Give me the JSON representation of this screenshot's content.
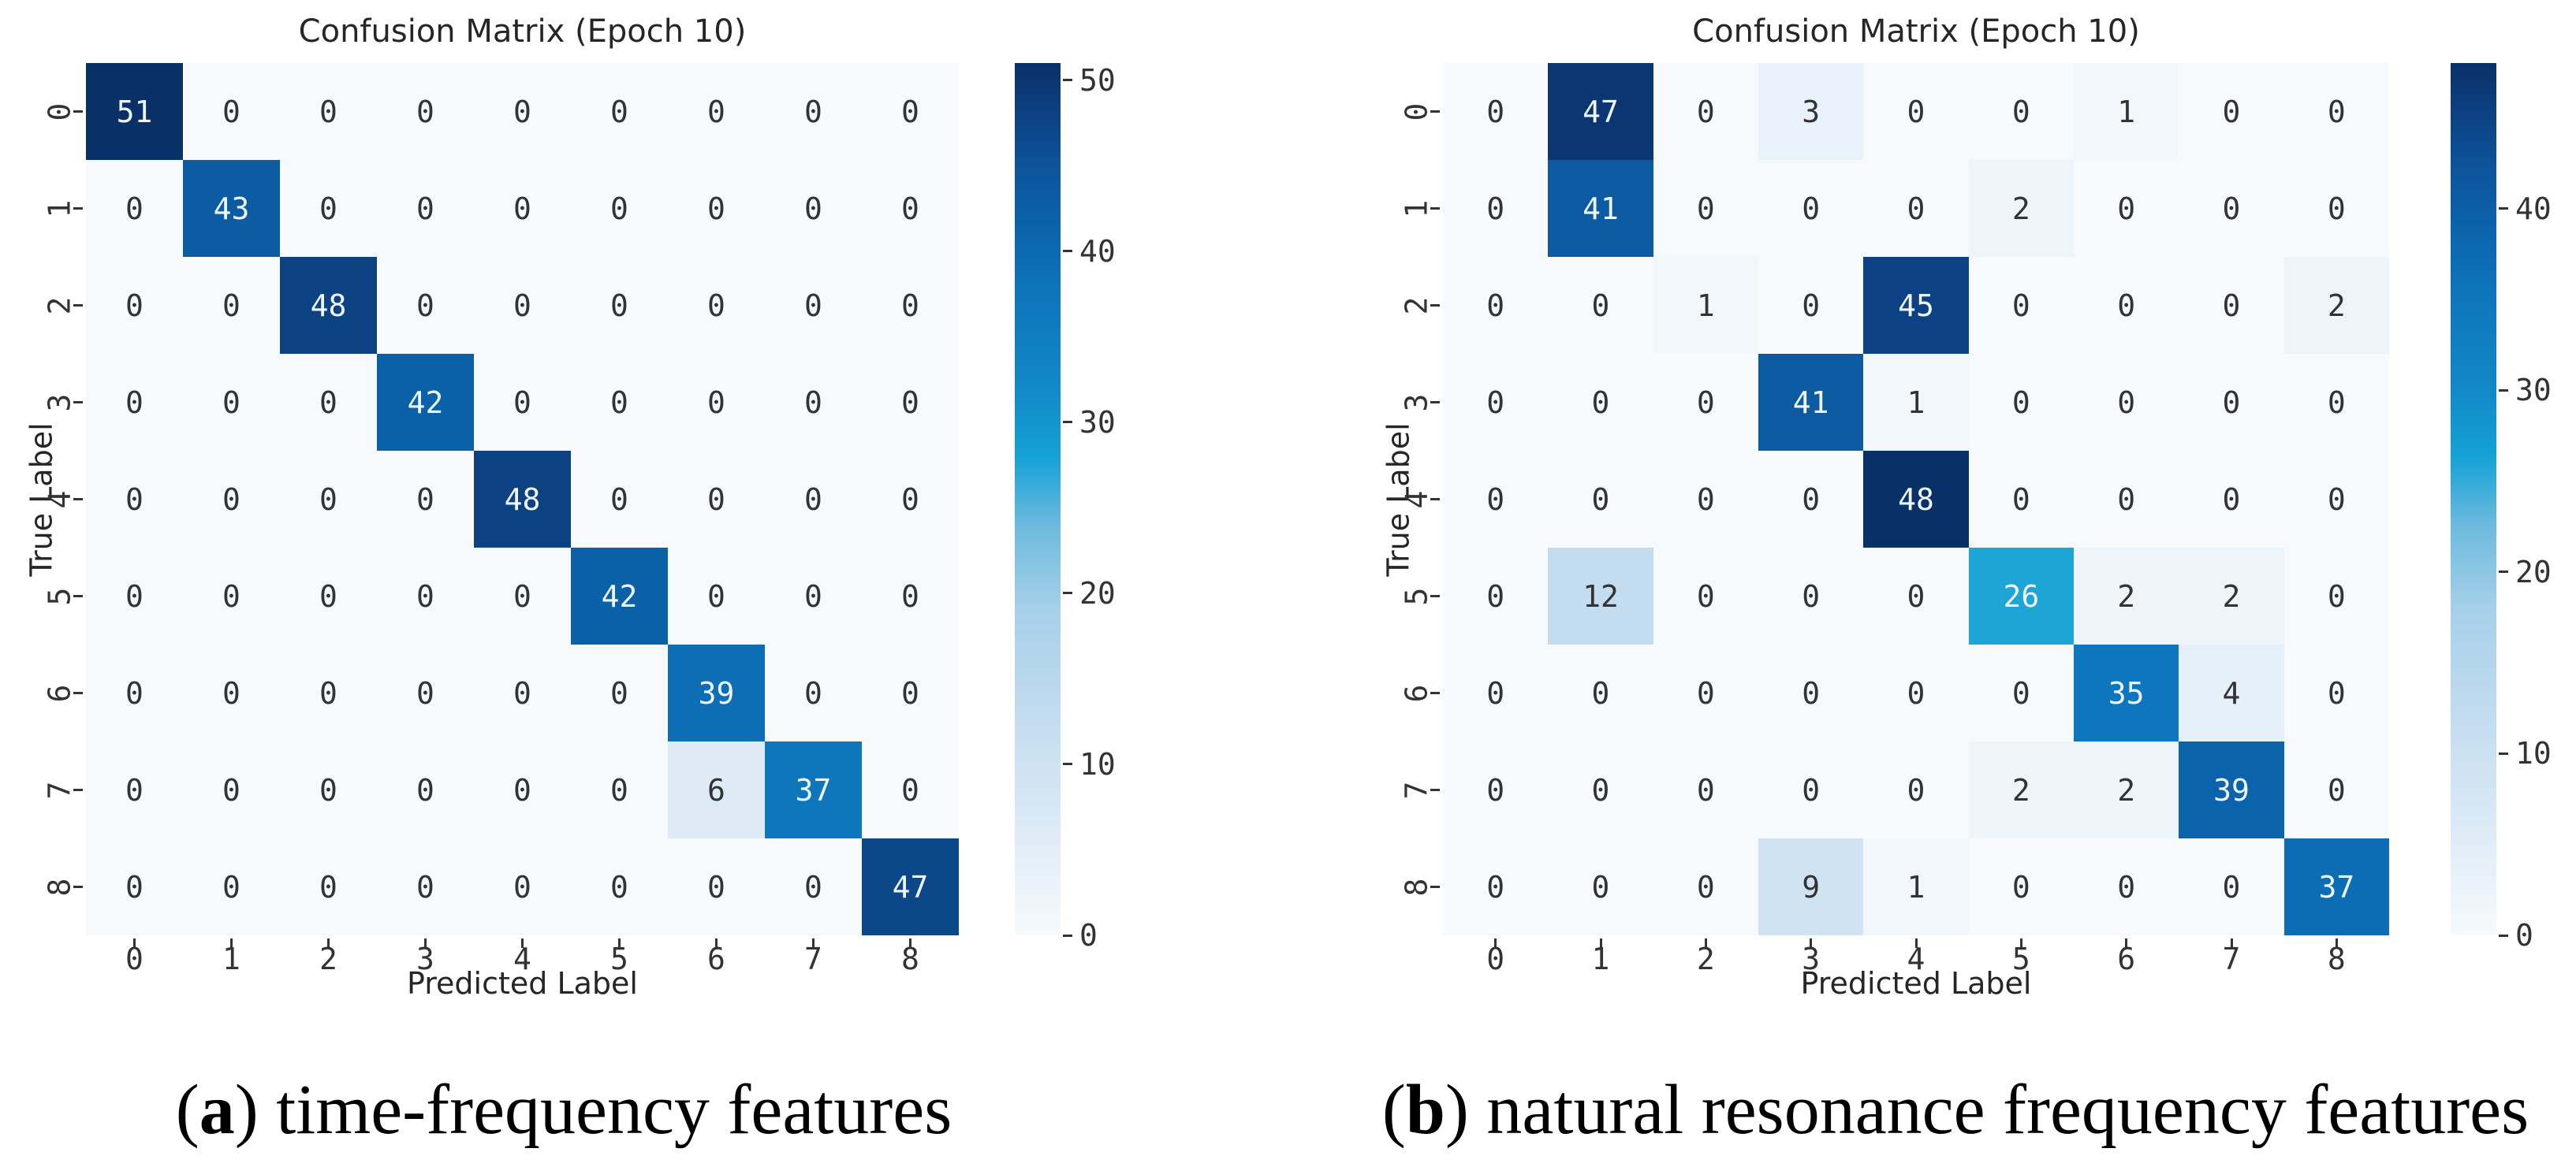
{
  "chart_data": [
    {
      "type": "heatmap",
      "title": "Confusion Matrix (Epoch 10)",
      "xlabel": "Predicted Label",
      "ylabel": "True Label",
      "x_ticks": [
        "0",
        "1",
        "2",
        "3",
        "4",
        "5",
        "6",
        "7",
        "8"
      ],
      "y_ticks": [
        "0",
        "1",
        "2",
        "3",
        "4",
        "5",
        "6",
        "7",
        "8"
      ],
      "vmin": 0,
      "vmax": 51,
      "colorbar_ticks": [
        0,
        10,
        20,
        30,
        40,
        50
      ],
      "legend_position": "right-colorbar",
      "grid": false,
      "matrix": [
        [
          51,
          0,
          0,
          0,
          0,
          0,
          0,
          0,
          0
        ],
        [
          0,
          43,
          0,
          0,
          0,
          0,
          0,
          0,
          0
        ],
        [
          0,
          0,
          48,
          0,
          0,
          0,
          0,
          0,
          0
        ],
        [
          0,
          0,
          0,
          42,
          0,
          0,
          0,
          0,
          0
        ],
        [
          0,
          0,
          0,
          0,
          48,
          0,
          0,
          0,
          0
        ],
        [
          0,
          0,
          0,
          0,
          0,
          42,
          0,
          0,
          0
        ],
        [
          0,
          0,
          0,
          0,
          0,
          0,
          39,
          0,
          0
        ],
        [
          0,
          0,
          0,
          0,
          0,
          0,
          6,
          37,
          0
        ],
        [
          0,
          0,
          0,
          0,
          0,
          0,
          0,
          0,
          47
        ]
      ],
      "caption": {
        "open": "(",
        "letter": "a",
        "close": ")",
        "text": " time-frequency features"
      }
    },
    {
      "type": "heatmap",
      "title": "Confusion Matrix (Epoch 10)",
      "xlabel": "Predicted Label",
      "ylabel": "True Label",
      "x_ticks": [
        "0",
        "1",
        "2",
        "3",
        "4",
        "5",
        "6",
        "7",
        "8"
      ],
      "y_ticks": [
        "0",
        "1",
        "2",
        "3",
        "4",
        "5",
        "6",
        "7",
        "8"
      ],
      "vmin": 0,
      "vmax": 48,
      "colorbar_ticks": [
        0,
        10,
        20,
        30,
        40
      ],
      "legend_position": "right-colorbar",
      "grid": false,
      "matrix": [
        [
          0,
          47,
          0,
          3,
          0,
          0,
          1,
          0,
          0
        ],
        [
          0,
          41,
          0,
          0,
          0,
          2,
          0,
          0,
          0
        ],
        [
          0,
          0,
          1,
          0,
          45,
          0,
          0,
          0,
          2
        ],
        [
          0,
          0,
          0,
          41,
          1,
          0,
          0,
          0,
          0
        ],
        [
          0,
          0,
          0,
          0,
          48,
          0,
          0,
          0,
          0
        ],
        [
          0,
          12,
          0,
          0,
          0,
          26,
          2,
          2,
          0
        ],
        [
          0,
          0,
          0,
          0,
          0,
          0,
          35,
          4,
          0
        ],
        [
          0,
          0,
          0,
          0,
          0,
          2,
          2,
          39,
          0
        ],
        [
          0,
          0,
          0,
          9,
          1,
          0,
          0,
          0,
          37
        ]
      ],
      "caption": {
        "open": "(",
        "letter": "b",
        "close": ")",
        "text": " natural resonance frequency features"
      }
    }
  ],
  "style": {
    "colormap_stops": [
      [
        0.0,
        "#f6fafd"
      ],
      [
        0.125,
        "#dceaf6"
      ],
      [
        0.25,
        "#c3dcef"
      ],
      [
        0.375,
        "#a6d0ea"
      ],
      [
        0.47,
        "#6cbade"
      ],
      [
        0.55,
        "#14a2d5"
      ],
      [
        0.63,
        "#1187c7"
      ],
      [
        0.73,
        "#0e76bc"
      ],
      [
        0.8125,
        "#0b63ab"
      ],
      [
        0.875,
        "#0d559c"
      ],
      [
        0.94,
        "#0c4183"
      ],
      [
        1.0,
        "#0a3068"
      ]
    ],
    "cell_text_dark": "#333333",
    "cell_text_light": "#eef5fb",
    "tick_color": "#333333",
    "title_color": "#262626",
    "background": "#ffffff"
  }
}
